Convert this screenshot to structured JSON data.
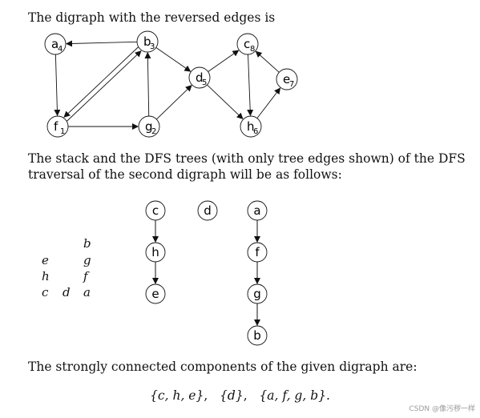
{
  "intro": "The digraph with the reversed edges is",
  "digraph": {
    "nodes": [
      {
        "id": "a",
        "label": "a",
        "sub": "4"
      },
      {
        "id": "b",
        "label": "b",
        "sub": "3"
      },
      {
        "id": "c",
        "label": "c",
        "sub": "8"
      },
      {
        "id": "d",
        "label": "d",
        "sub": "5"
      },
      {
        "id": "e",
        "label": "e",
        "sub": "7"
      },
      {
        "id": "f",
        "label": "f",
        "sub": "1"
      },
      {
        "id": "g",
        "label": "g",
        "sub": "2"
      },
      {
        "id": "h",
        "label": "h",
        "sub": "6"
      }
    ],
    "edges": [
      {
        "from": "b",
        "to": "a"
      },
      {
        "from": "a",
        "to": "f"
      },
      {
        "from": "f",
        "to": "b"
      },
      {
        "from": "b",
        "to": "f"
      },
      {
        "from": "f",
        "to": "g"
      },
      {
        "from": "g",
        "to": "b"
      },
      {
        "from": "b",
        "to": "d"
      },
      {
        "from": "g",
        "to": "d"
      },
      {
        "from": "d",
        "to": "c"
      },
      {
        "from": "d",
        "to": "h"
      },
      {
        "from": "c",
        "to": "h"
      },
      {
        "from": "h",
        "to": "e"
      },
      {
        "from": "e",
        "to": "c"
      }
    ]
  },
  "paragraph2": {
    "line1": "The stack and the DFS trees (with only tree edges shown) of the DFS",
    "line2": "traversal of the second digraph will be as follows:"
  },
  "stack": {
    "col1": [
      "e",
      "h",
      "c"
    ],
    "col2": [
      "d"
    ],
    "col3": [
      "b",
      "g",
      "f",
      "a"
    ]
  },
  "dfs_trees": [
    {
      "nodes": [
        "c",
        "h",
        "e"
      ]
    },
    {
      "nodes": [
        "d"
      ]
    },
    {
      "nodes": [
        "a",
        "f",
        "g",
        "b"
      ]
    }
  ],
  "paragraph3": "The strongly connected components of the given digraph are:",
  "result": {
    "components": [
      "{c, h, e}",
      "{d}",
      "{a, f, g, b}"
    ],
    "separator": ",",
    "terminator": "."
  },
  "watermark": "CSDN @像污秽一样"
}
